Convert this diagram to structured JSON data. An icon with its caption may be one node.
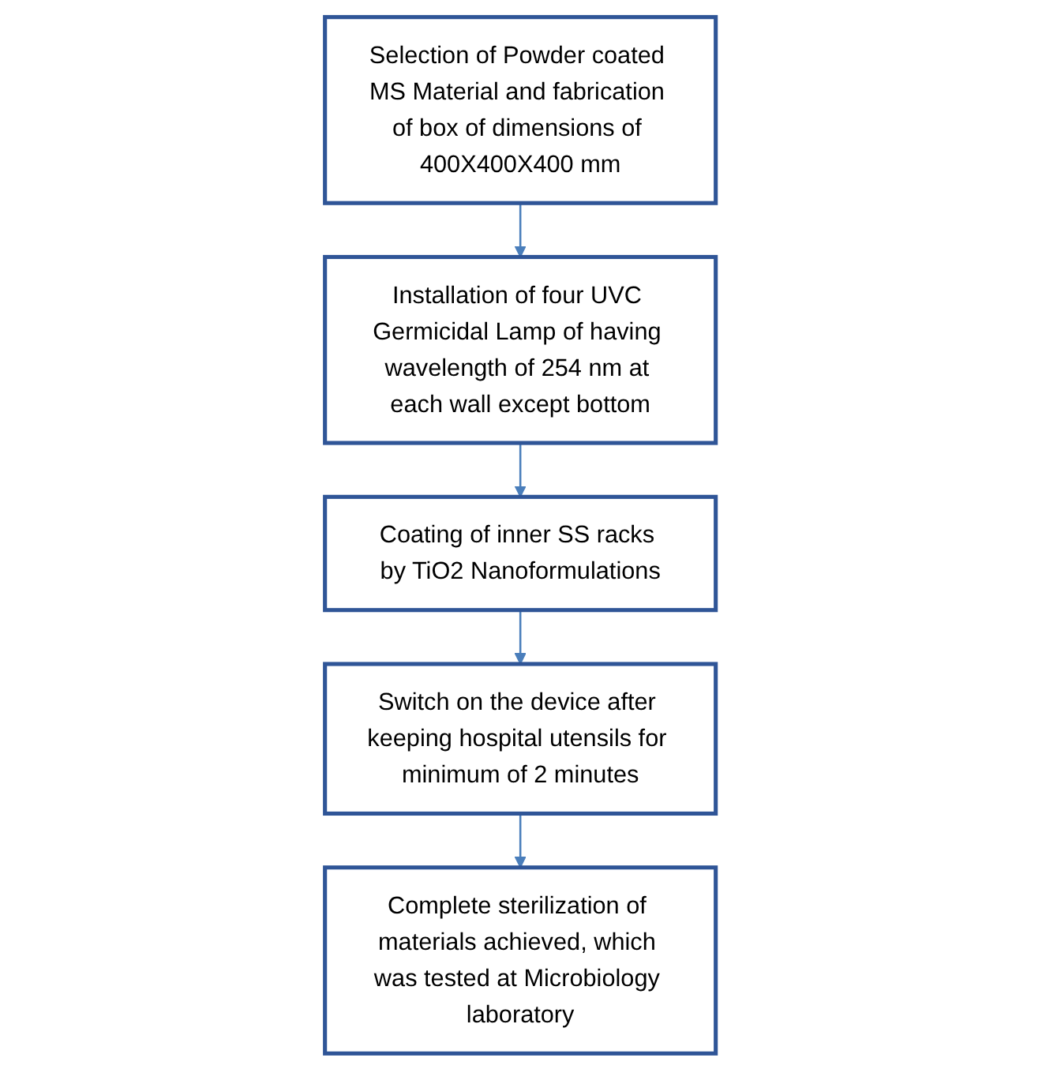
{
  "diagram": {
    "nodes": [
      {
        "text": [
          "Selection of Powder coated MS Material and fabrication of box of dimensions of 400X400X400 mm"
        ]
      },
      {
        "text": [
          "Installation of four UVC Germicidal Lamp of having wavelength of 254 nm at each wall except bottom"
        ]
      },
      {
        "text": [
          "Coating of inner SS racks by TiO2 Nanoformulations"
        ]
      },
      {
        "text": [
          "Switch on the device after keeping hospital utensils for minimum of 2 minutes"
        ]
      },
      {
        "text": [
          "Complete sterilization of materials achieved, which was tested at Microbiology laboratory"
        ]
      }
    ],
    "edges": [
      {
        "from": 0,
        "to": 1,
        "arrow": "to"
      },
      {
        "from": 1,
        "to": 2,
        "arrow": "to"
      },
      {
        "from": 2,
        "to": 3,
        "arrow": "to"
      },
      {
        "from": 3,
        "to": 4,
        "arrow": "to"
      }
    ]
  }
}
